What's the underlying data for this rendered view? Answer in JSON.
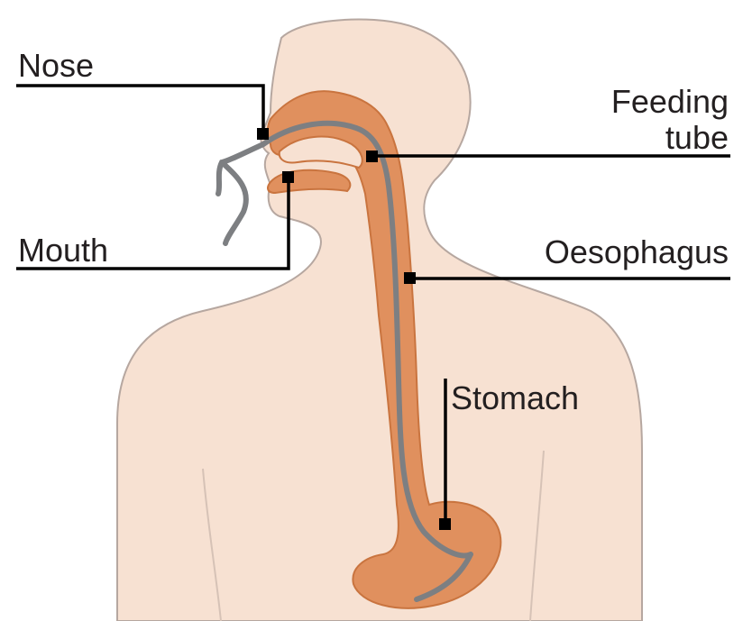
{
  "labels": {
    "nose": "Nose",
    "feeding_tube_line1": "Feeding",
    "feeding_tube_line2": "tube",
    "mouth": "Mouth",
    "oesophagus": "Oesophagus",
    "stomach": "Stomach"
  },
  "colors": {
    "body": "#f7e1d2",
    "body_outline": "#b6a7a0",
    "organ": "#e0905e",
    "organ_outline": "#c9743f",
    "tube": "#7d7f82",
    "leader": "#000000"
  }
}
